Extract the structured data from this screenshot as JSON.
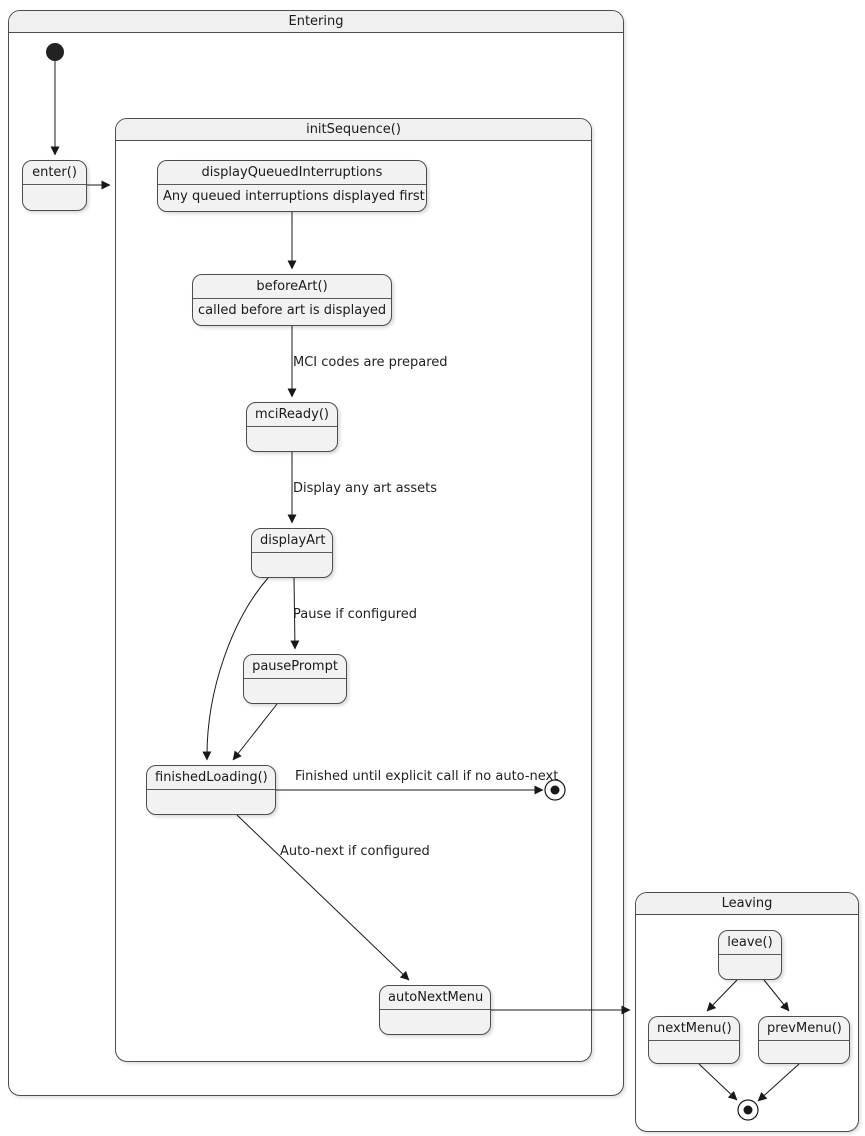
{
  "containers": {
    "entering": {
      "label": "Entering"
    },
    "initSequence": {
      "label": "initSequence()"
    },
    "leaving": {
      "label": "Leaving"
    }
  },
  "states": {
    "enter": {
      "title": "enter()"
    },
    "displayQueuedInterruptions": {
      "title": "displayQueuedInterruptions",
      "description": "Any queued interruptions displayed first"
    },
    "beforeArt": {
      "title": "beforeArt()",
      "description": "called before art is displayed"
    },
    "mciReady": {
      "title": "mciReady()"
    },
    "displayArt": {
      "title": "displayArt"
    },
    "pausePrompt": {
      "title": "pausePrompt"
    },
    "finishedLoading": {
      "title": "finishedLoading()"
    },
    "autoNextMenu": {
      "title": "autoNextMenu"
    },
    "leave": {
      "title": "leave()"
    },
    "nextMenu": {
      "title": "nextMenu()"
    },
    "prevMenu": {
      "title": "prevMenu()"
    }
  },
  "edge_labels": {
    "mci_prepared": "MCI codes are prepared",
    "display_art_assets": "Display any art assets",
    "pause_if_configured": "Pause if configured",
    "finished_until": "Finished until explicit call if no auto-next",
    "auto_next": "Auto-next if configured"
  },
  "colors": {
    "state_fill": "#f2f2f2",
    "container_title_fill": "#f0f0f0",
    "border": "#4d4d4d",
    "arrow": "#181818",
    "background": "#ffffff"
  }
}
